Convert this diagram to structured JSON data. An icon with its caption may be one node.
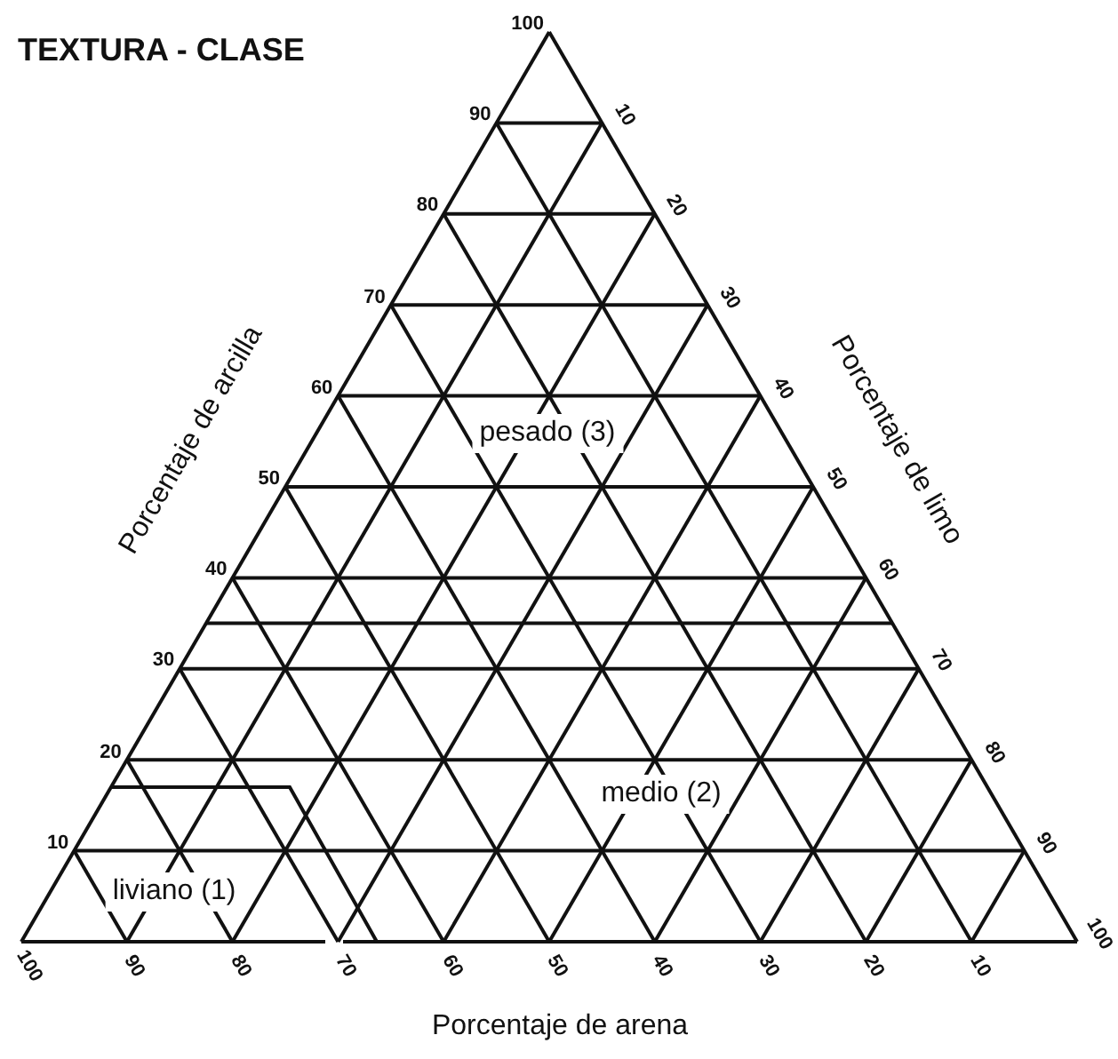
{
  "diagram": {
    "title": "TEXTURA - CLASE",
    "labels": [
      "Porcentaje de arcilla",
      "Porcentaje de limo",
      "pesado (3)",
      "medio (2)",
      "liviano (1)",
      "Porcentaje de arena",
      "100",
      "90",
      "80",
      "70",
      "60",
      "50",
      "40",
      "30",
      "20",
      "10",
      "10",
      "20",
      "30",
      "40",
      "50",
      "60",
      "70",
      "80",
      "90",
      "100",
      "100",
      "90",
      "80",
      "70",
      "60",
      "50",
      "40",
      "30",
      "20",
      "10"
    ]
  }
}
